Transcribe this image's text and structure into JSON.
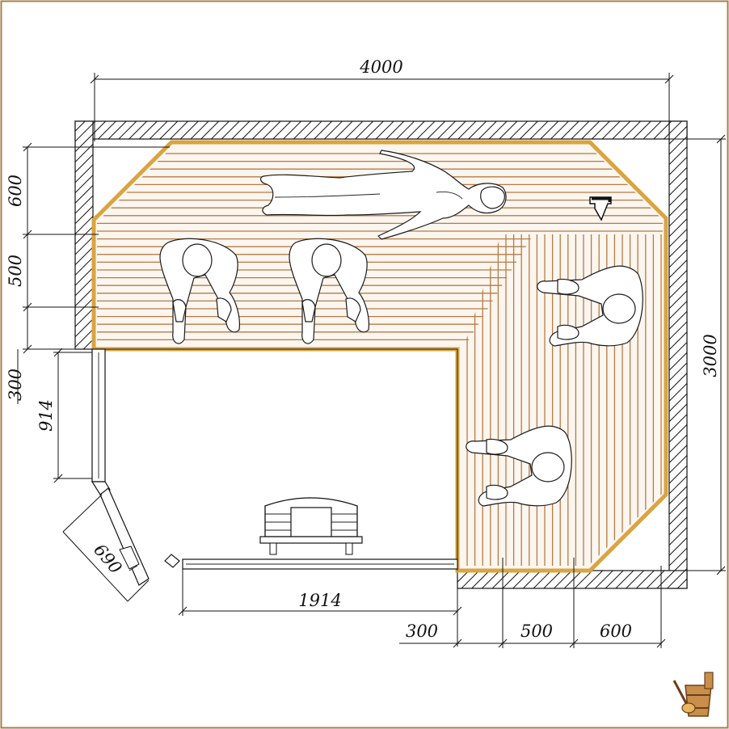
{
  "diagram": {
    "dimensions": {
      "top_width": "4000",
      "right_height": "3000",
      "left_upper": "600",
      "left_middle": "500",
      "left_lower": "300",
      "door_width": "914",
      "door_angled": "690",
      "bottom_opening": "1914",
      "bottom_a": "300",
      "bottom_b": "500",
      "bottom_c": "600"
    },
    "colors": {
      "border": "#a6804a",
      "wood_edge": "#d9a441",
      "slat": "#b87a45",
      "line": "#1a1a1a"
    },
    "icons": [
      "down-arrow-icon",
      "bucket-ladle-logo-icon"
    ]
  }
}
